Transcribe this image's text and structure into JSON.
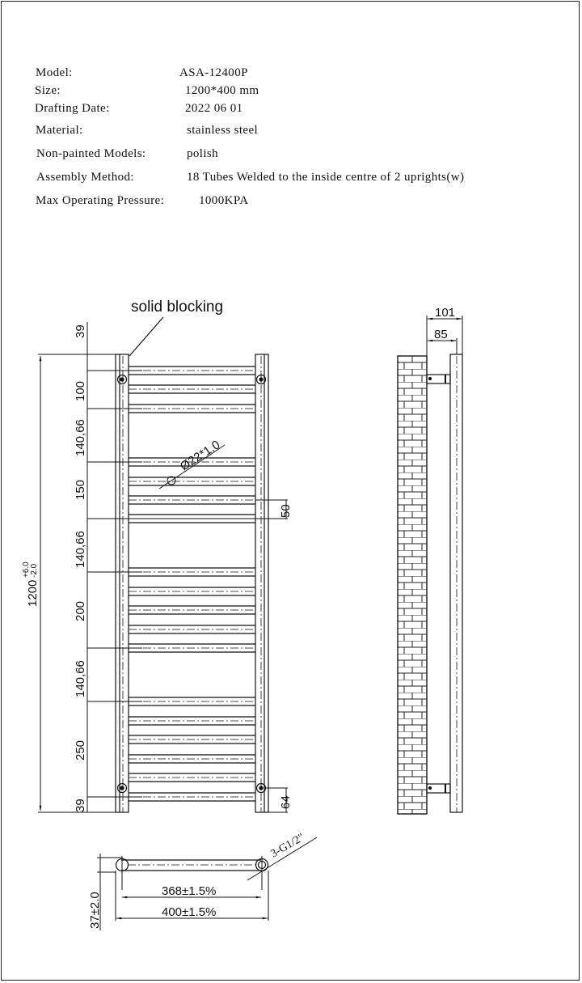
{
  "specs": {
    "model": {
      "label": "Model:",
      "value": "ASA-12400P"
    },
    "size": {
      "label": "Size:",
      "value": "1200*400 mm"
    },
    "drafting_date": {
      "label": "Drafting Date:",
      "value": "2022 06 01"
    },
    "material": {
      "label": "Material:",
      "value": "stainless steel"
    },
    "finish": {
      "label": "Non-painted Models:",
      "value": "polish"
    },
    "assembly": {
      "label": "Assembly Method:",
      "value": "18 Tubes Welded to the inside centre of 2 uprights(w)"
    },
    "pressure": {
      "label": "Max Operating Pressure:",
      "value": "1000KPA"
    }
  },
  "front_view": {
    "callout": "solid blocking",
    "tube_spec": "Ø22*1.0",
    "overall_height": "1200",
    "tolerance_plus": "+6.0",
    "tolerance_minus": "-2.0",
    "vertical_dims": [
      "39",
      "100",
      "140,66",
      "150",
      "140,66",
      "200",
      "140,66",
      "250",
      "39"
    ],
    "right_dims": {
      "bracket_spacing": "50",
      "bottom_offset": "64"
    },
    "tube_count": 18
  },
  "side_view": {
    "depth_outer": "101",
    "depth_inner": "85"
  },
  "bottom_view": {
    "connection": "3-G1/2\"",
    "centres": "368±1.5%",
    "overall_width": "400±1.5%",
    "projection": "37±2.0"
  }
}
